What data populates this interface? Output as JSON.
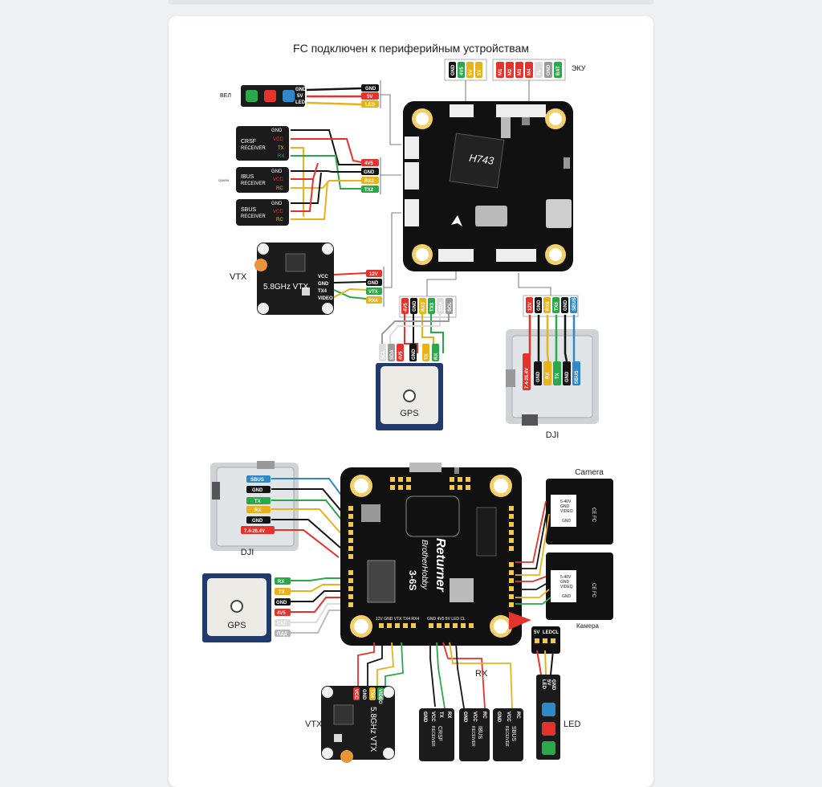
{
  "title": "FC подключен к периферийным устройствам",
  "top": {
    "left_header": {
      "pins": [
        "GND",
        "4V5",
        "5V",
        "5V"
      ]
    },
    "esc_header": {
      "pins": [
        "M1",
        "M2",
        "M3",
        "M4",
        "TL",
        "GND",
        "BAT"
      ],
      "label": "ЭКУ"
    },
    "led": {
      "label": "ВЕЛ",
      "pins": [
        "GND",
        "5V",
        "LED"
      ],
      "wires": [
        "GND",
        "5V",
        "LED"
      ]
    },
    "receivers": {
      "crsf": [
        "CRSF",
        "RECEIVER"
      ],
      "ibus": [
        "IBUS",
        "RECEIVER"
      ],
      "sbus": [
        "SBUS",
        "RECEIVER"
      ],
      "crsf_pins": [
        "GND",
        "VCC",
        "TX",
        "RX"
      ],
      "ibus_pins": [
        "GND",
        "VCC",
        "RC"
      ],
      "sbus_pins": [
        "GND",
        "VCC",
        "RC"
      ],
      "wires": [
        "4V5",
        "GND",
        "RX2",
        "TX2"
      ],
      "side_label": "прием"
    },
    "vtx": {
      "label": "VTX",
      "text": "5.8GHz VTX",
      "pins": [
        "VCC",
        "GND",
        "TX4",
        "VIDEO"
      ],
      "wires": [
        "12V",
        "GND",
        "VTX",
        "RX4"
      ]
    },
    "fc": {
      "model": "H743"
    },
    "gps": {
      "label": "GPS",
      "fc_pins": [
        "4V5",
        "GND",
        "RX3",
        "TX3",
        "SDA",
        "SCL"
      ],
      "pins": [
        "SCL",
        "SDA",
        "4V5",
        "GND",
        "TX",
        "RX"
      ]
    },
    "dji": {
      "label": "DJI",
      "fc_pins": [
        "12V",
        "GND",
        "RX6",
        "TX6",
        "GND",
        "SBUS"
      ],
      "pins": [
        "7.4-26.4V",
        "GND",
        "RX",
        "TX",
        "GND",
        "SBUS"
      ]
    }
  },
  "bottom": {
    "dji": {
      "label": "DJI",
      "pins": [
        "SBUS",
        "GND",
        "TX",
        "RX",
        "GND",
        "7.4-26.4V"
      ]
    },
    "gps": {
      "label": "GPS",
      "pins": [
        "RX",
        "TX",
        "GND",
        "4V5",
        "СКЛ",
        "ПДД"
      ]
    },
    "fc": {
      "brand": "Returner",
      "sub": "BrotherHobby",
      "cells": "3-6S",
      "bottom_pins": "12V GND VTX TX4 RX4",
      "bottom_pins2": "GND 4V5 5V LED CL"
    },
    "camera1": {
      "label": "Camera",
      "pins": [
        "5-40V",
        "GND",
        "VIDEO",
        "GND"
      ]
    },
    "camera2": {
      "label": "Камера",
      "pins": [
        "5-40V",
        "GND",
        "VIDEQ",
        "GND"
      ]
    },
    "vtx": {
      "label": "VTX",
      "text": "5.8GHz VTX",
      "pins": [
        "VCC",
        "GND",
        "TX4",
        "VIDEO"
      ]
    },
    "rx_label": "RX",
    "receivers": {
      "crsf": [
        "CRSF",
        "RECEIVER"
      ],
      "ibus": [
        "IBUS",
        "RECEIVER"
      ],
      "sbus": [
        "SBUS",
        "RECEIVER"
      ],
      "crsf_pins": [
        "GND",
        "VCC",
        "TX",
        "RX"
      ],
      "ibus_pins": [
        "GND",
        "VCC",
        "RC"
      ],
      "sbus_pins": [
        "GND",
        "VCC",
        "RC"
      ]
    },
    "led": {
      "label": "LED",
      "pins": [
        "5V",
        "LED",
        "CL"
      ],
      "strip_pins": [
        "LED",
        "5V",
        "GND"
      ]
    }
  },
  "colors": {
    "red": "#e5322d",
    "green": "#2aa84a",
    "yellow": "#e9b21b",
    "blue": "#2f88c9",
    "black": "#141414",
    "white": "#ffffff",
    "grey": "#9a9a9a",
    "board": "#111111"
  }
}
